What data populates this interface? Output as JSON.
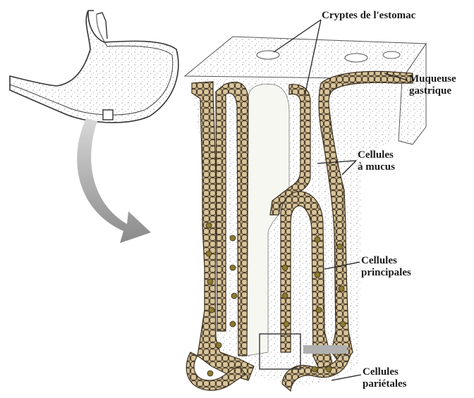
{
  "labels": {
    "cryptes": "Cryptes de l'estomac",
    "muqueuse": [
      "Muqueuse",
      "gastrique"
    ],
    "mucus": [
      "Cellules",
      "à mucus"
    ],
    "principales": [
      "Cellules",
      "principales"
    ],
    "parietales": [
      "Cellules",
      "pariétales"
    ]
  },
  "colors": {
    "cell_fill": "#c9b48a",
    "cell_outline": "#3a2e1e",
    "nucleus": "#8a7a30",
    "tissue_stipple": "#9a9a9a",
    "arrow": "#8a8a8a",
    "line": "#222222"
  }
}
